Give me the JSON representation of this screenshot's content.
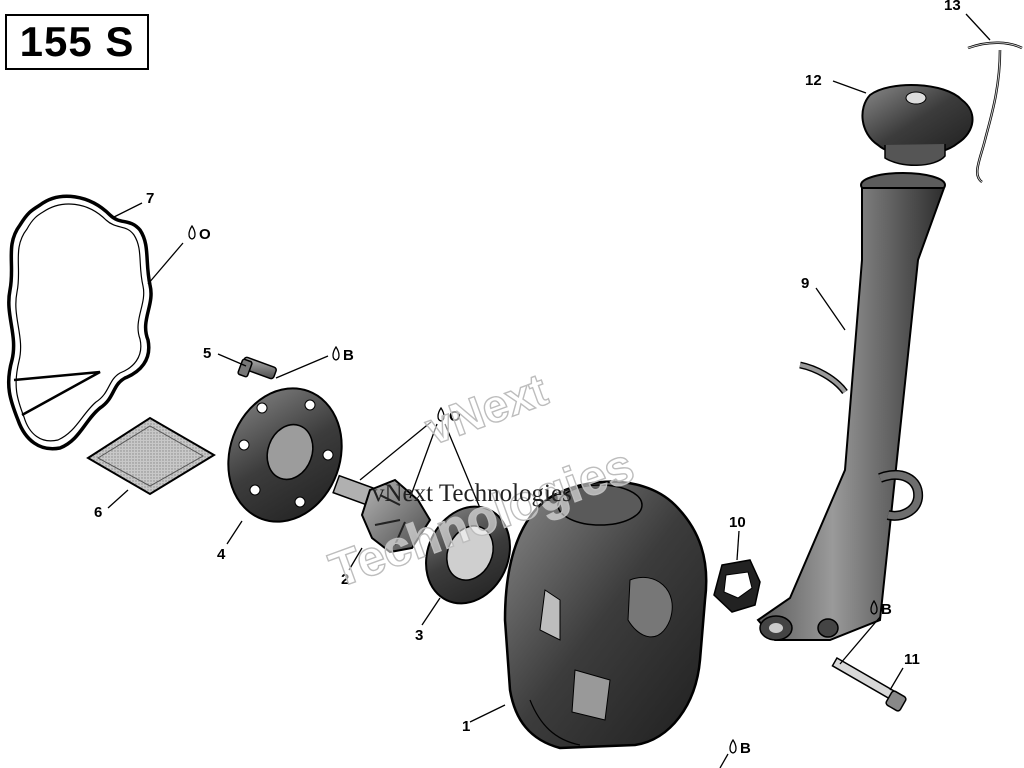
{
  "model_label": "155 S",
  "callouts": {
    "c1": "1",
    "c2": "2",
    "c3": "3",
    "c4": "4",
    "c5": "5",
    "c6": "6",
    "c7": "7",
    "c9": "9",
    "c10": "10",
    "c11": "11",
    "c12": "12",
    "c13": "13"
  },
  "lube_markers": {
    "gasket_o": "O",
    "bolt_b": "B",
    "impeller_o": "O",
    "bolt11_b": "B",
    "housing_b": "B"
  },
  "watermark": {
    "text_main": "vNext Technologies",
    "text_overlay_1": "vNext",
    "text_overlay_2": "Technologies"
  },
  "colors": {
    "line": "#000000",
    "part_dark": "#3a3a3a",
    "part_mid": "#6b6b6b",
    "part_light": "#a8a8a8",
    "background": "#ffffff"
  },
  "icons": [
    "drop-icon"
  ]
}
